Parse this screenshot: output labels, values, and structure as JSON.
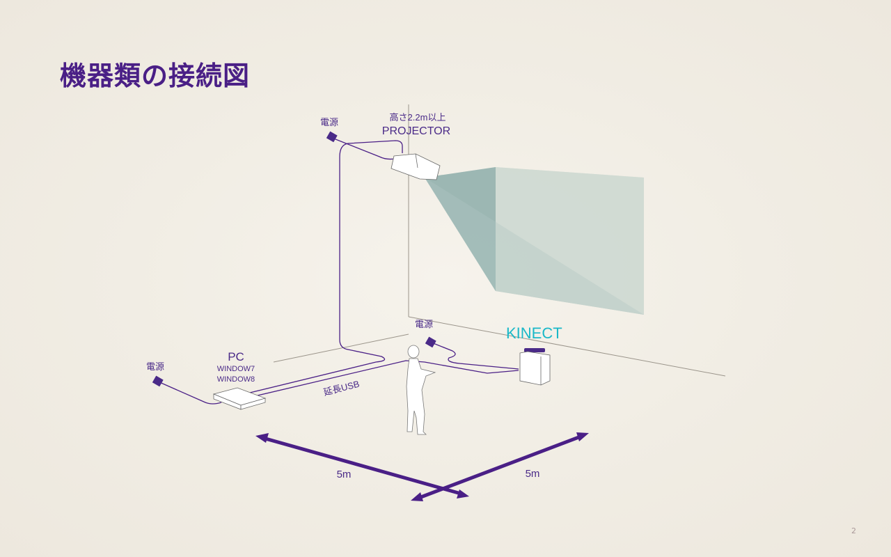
{
  "slide": {
    "title": "機器類の接続図",
    "page_number": "2"
  },
  "labels": {
    "projector_power": "電源",
    "projector_height": "高さ2.2m以上",
    "projector": "PROJECTOR",
    "pc_power": "電源",
    "pc": "PC",
    "pc_os1": "WINDOW7",
    "pc_os2": "WINDOW8",
    "usb": "延長USB",
    "kinect_power": "電源",
    "kinect": "KINECT",
    "dim_left": "5m",
    "dim_right": "5m"
  },
  "colors": {
    "accent": "#4a1f86",
    "kinect": "#1ab8c8",
    "projection": "#8fb0ac"
  }
}
